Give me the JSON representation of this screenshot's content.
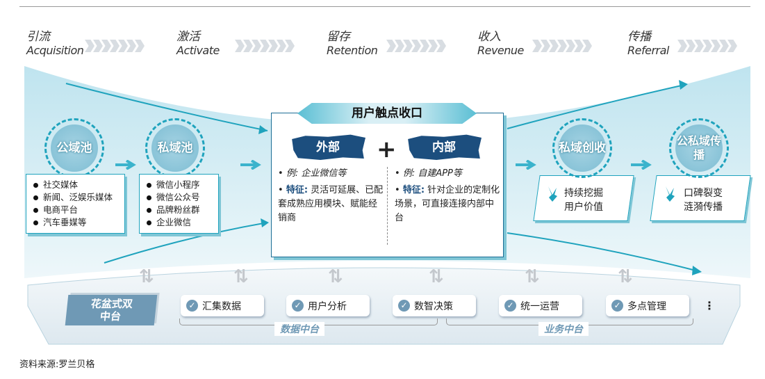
{
  "stages": [
    {
      "cn": "引流",
      "en": "Acquisition"
    },
    {
      "cn": "激活",
      "en": "Activate"
    },
    {
      "cn": "留存",
      "en": "Retention"
    },
    {
      "cn": "收入",
      "en": "Revenue"
    },
    {
      "cn": "传播",
      "en": "Referral"
    }
  ],
  "pools": {
    "public": {
      "title": "公域池",
      "items": [
        "社交媒体",
        "新闻、泛娱乐媒体",
        "电商平台",
        "汽车垂媒等"
      ]
    },
    "private": {
      "title": "私域池",
      "items": [
        "微信小程序",
        "微信公众号",
        "品牌粉丝群",
        "企业微信"
      ]
    }
  },
  "touchpoint": {
    "title": "用户触点收口",
    "plus": "+",
    "external": {
      "label": "外部",
      "example": "例:  企业微信等",
      "feature_label": "特征:",
      "feature": "灵活可延展、已配套成熟应用模块、赋能经销商"
    },
    "internal": {
      "label": "内部",
      "example": "例:  自建APP等",
      "feature_label": "特征:",
      "feature": "针对企业的定制化场景，可直接连接内部中台"
    }
  },
  "outcomes": [
    {
      "title": "私域创收",
      "line1": "持续挖掘",
      "line2": "用户价值"
    },
    {
      "title": "公私域传播",
      "line1": "口碑裂变",
      "line2": "涟漪传播"
    }
  ],
  "platform": {
    "tag": "花盆式双中台",
    "items": [
      "汇集数据",
      "用户分析",
      "数智决策",
      "统一运营",
      "多点管理"
    ],
    "more": "⋮",
    "groups": [
      "数据中台",
      "业务中台"
    ]
  },
  "source": "资料来源:罗兰贝格",
  "colors": {
    "teal": "#1fa3bd",
    "navy": "#1c4e7e",
    "slate": "#6f99b5"
  }
}
